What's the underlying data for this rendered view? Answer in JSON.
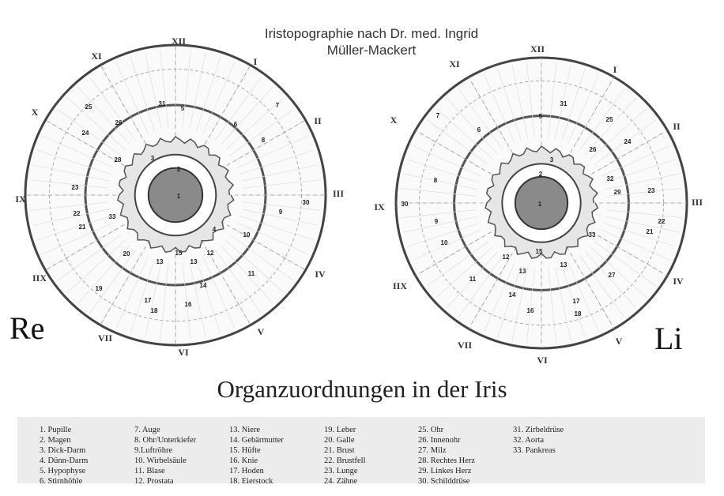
{
  "title": {
    "line1": "Iristopographie nach Dr. med.  Ingrid",
    "line2": "Müller-Mackert"
  },
  "heading": "Organzuordnungen in der Iris",
  "right_eye": {
    "side_label": "Re",
    "clock": [
      "XII",
      "I",
      "II",
      "III",
      "IV",
      "V",
      "VI",
      "VII",
      "IIX",
      "IX",
      "X",
      "XI"
    ],
    "labels": [
      "1",
      "2",
      "3",
      "4",
      "5",
      "6",
      "7",
      "8",
      "9",
      "10",
      "11",
      "12",
      "13",
      "13",
      "14",
      "15",
      "16",
      "17",
      "18",
      "19",
      "20",
      "21",
      "22",
      "23",
      "24",
      "25",
      "26",
      "28",
      "30",
      "31",
      "33"
    ]
  },
  "left_eye": {
    "side_label": "Li",
    "clock": [
      "XII",
      "I",
      "II",
      "III",
      "IV",
      "V",
      "VI",
      "VII",
      "IIX",
      "IX",
      "X",
      "XI"
    ],
    "labels": [
      "1",
      "2",
      "3",
      "5",
      "6",
      "7",
      "8",
      "9",
      "10",
      "11",
      "12",
      "13",
      "13",
      "14",
      "15",
      "16",
      "17",
      "18",
      "21",
      "22",
      "23",
      "24",
      "25",
      "26",
      "27",
      "29",
      "30",
      "31",
      "32",
      "33"
    ]
  },
  "legend": [
    [
      "1. Pupille",
      "2. Magen",
      "3. Dick-Darm",
      "4. Dünn-Darm",
      "5. Hypophyse",
      "6. Stirnhöhle"
    ],
    [
      "7. Auge",
      "8. Ohr/Unterkiefer",
      "9.Luftröhre",
      "10. Wirbelsäule",
      "11. Blase",
      "12. Prostata"
    ],
    [
      "13. Niere",
      "14. Gebärmutter",
      "15. Hüfte",
      "16. Knie",
      "17. Hoden",
      "18. Eierstock"
    ],
    [
      "19. Leber",
      "20. Galle",
      "21. Brust",
      "22. Brustfell",
      "23. Lunge",
      "24. Zähne"
    ],
    [
      "25. Ohr",
      "26. Innenohr",
      "27. Milz",
      "28. Rechtes Herz",
      "29. Linkes Herz",
      "30. Schilddrüse"
    ],
    [
      "31. Zirbeldrüse",
      "32. Aorta",
      "33. Pankreas"
    ]
  ]
}
